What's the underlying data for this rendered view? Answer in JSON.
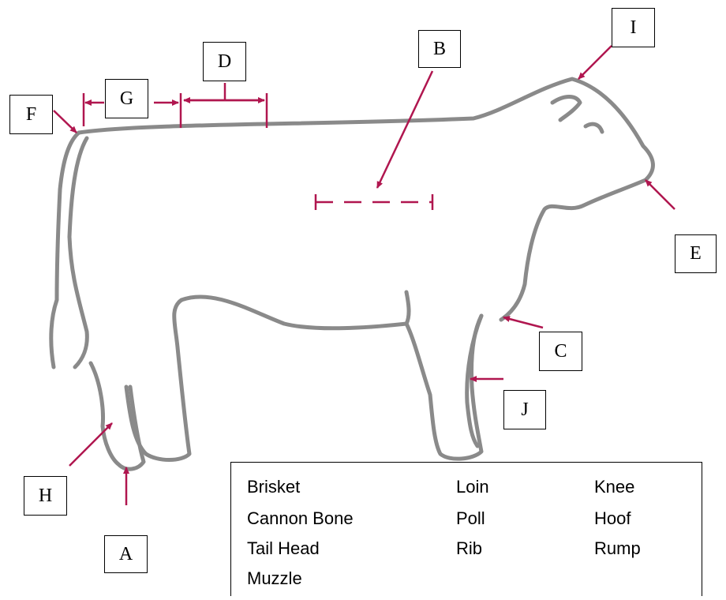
{
  "labels": [
    "A",
    "B",
    "C",
    "D",
    "E",
    "F",
    "G",
    "H",
    "I",
    "J"
  ],
  "terms": [
    [
      "Brisket",
      "Loin",
      "Knee"
    ],
    [
      "Cannon Bone",
      "Poll",
      "Hoof"
    ],
    [
      "Tail Head",
      "Rib",
      "Rump"
    ],
    [
      "Muzzle"
    ]
  ],
  "colors": {
    "outline": "#8a8a8a",
    "arrow": "#b0164f"
  }
}
